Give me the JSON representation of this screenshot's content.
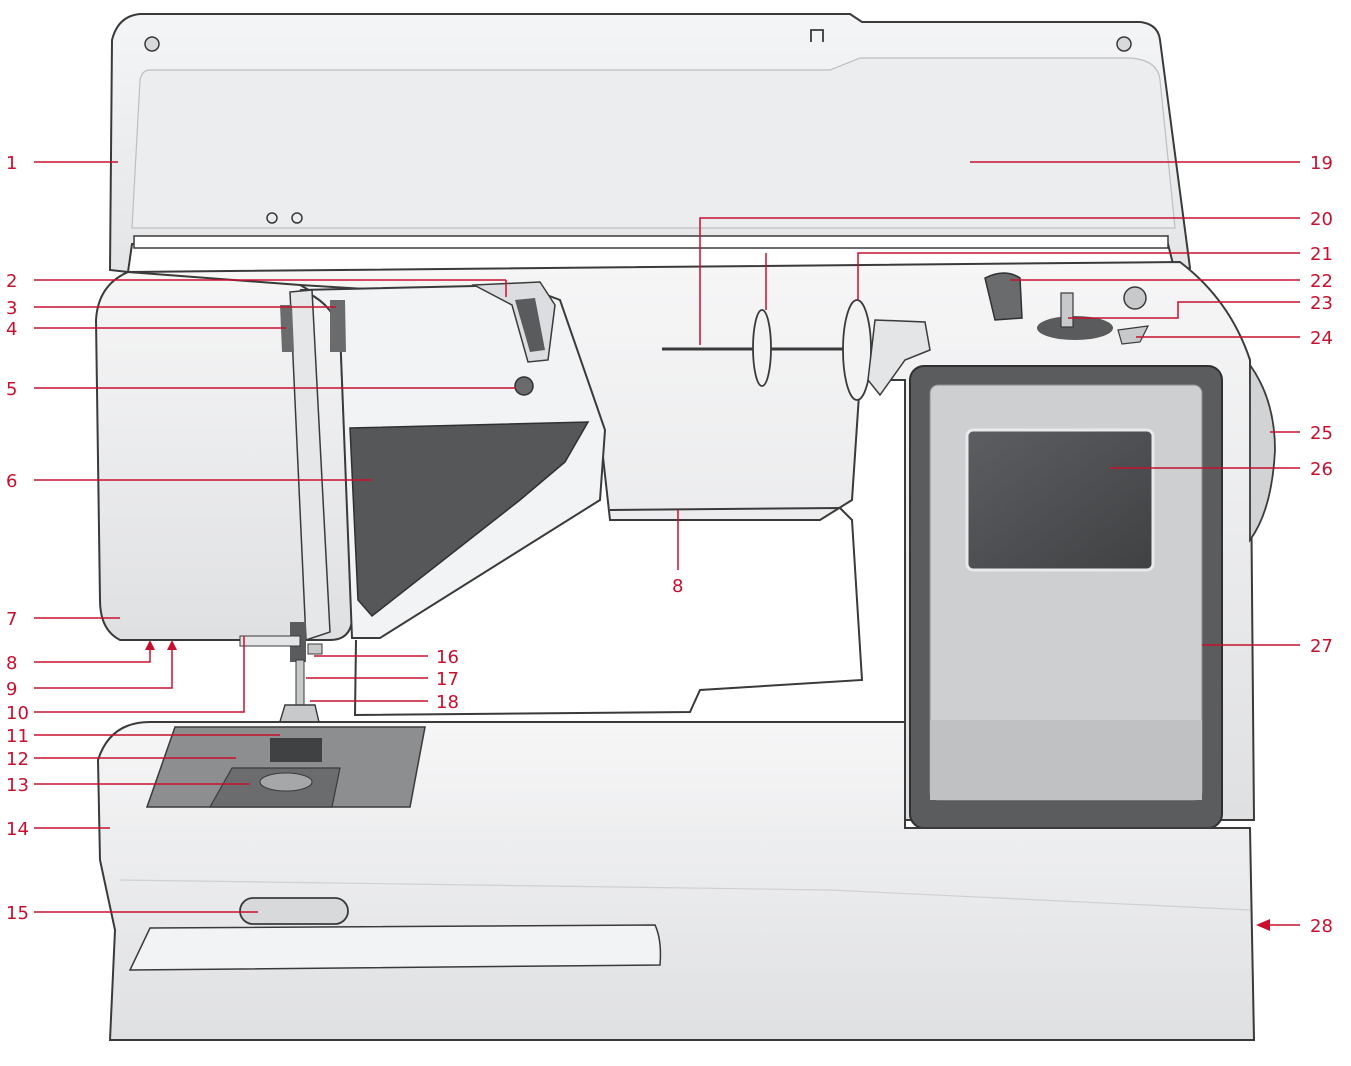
{
  "colors": {
    "accent": "#c8102e",
    "body": "#e9eaeb",
    "outline": "#3a3a3a",
    "screen": "#4a4c4e"
  },
  "callouts": {
    "c1": "1",
    "c2": "2",
    "c3": "3",
    "c4": "4",
    "c5": "5",
    "c6": "6",
    "c7": "7",
    "c8a": "8",
    "c8b": "8",
    "c9": "9",
    "c10": "10",
    "c11": "11",
    "c12": "12",
    "c13": "13",
    "c14": "14",
    "c15": "15",
    "c16": "16",
    "c17": "17",
    "c18": "18",
    "c19": "19",
    "c20": "20",
    "c21": "21",
    "c22": "22",
    "c23": "23",
    "c24": "24",
    "c25": "25",
    "c26": "26",
    "c27": "27",
    "c28": "28"
  }
}
